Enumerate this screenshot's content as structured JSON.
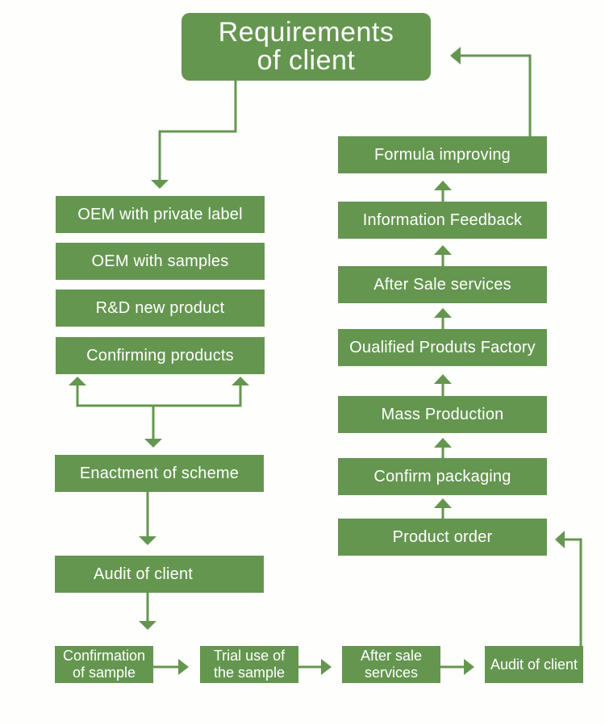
{
  "colors": {
    "box": "#659650",
    "line": "#659650",
    "text": "#ffffff",
    "background": "#fefefc"
  },
  "title": {
    "line1": "Requirements",
    "line2": "of client"
  },
  "left_column": [
    {
      "label": "OEM with private label"
    },
    {
      "label": "OEM with samples"
    },
    {
      "label": "R&D new product"
    },
    {
      "label": "Confirming products"
    },
    {
      "label": "Enactment of scheme"
    },
    {
      "label": "Audit of client"
    }
  ],
  "bottom_row": [
    {
      "line1": "Confirmation",
      "line2": "of sample"
    },
    {
      "line1": "Trial use of",
      "line2": "the sample"
    },
    {
      "line1": "After sale",
      "line2": "services"
    },
    {
      "line1": "Audit of client",
      "line2": ""
    }
  ],
  "right_column": [
    {
      "label": "Formula improving"
    },
    {
      "label": "Information Feedback"
    },
    {
      "label": "After Sale services"
    },
    {
      "label": "Oualified Produts Factory"
    },
    {
      "label": "Mass Production"
    },
    {
      "label": "Confirm packaging"
    },
    {
      "label": "Product order"
    }
  ]
}
